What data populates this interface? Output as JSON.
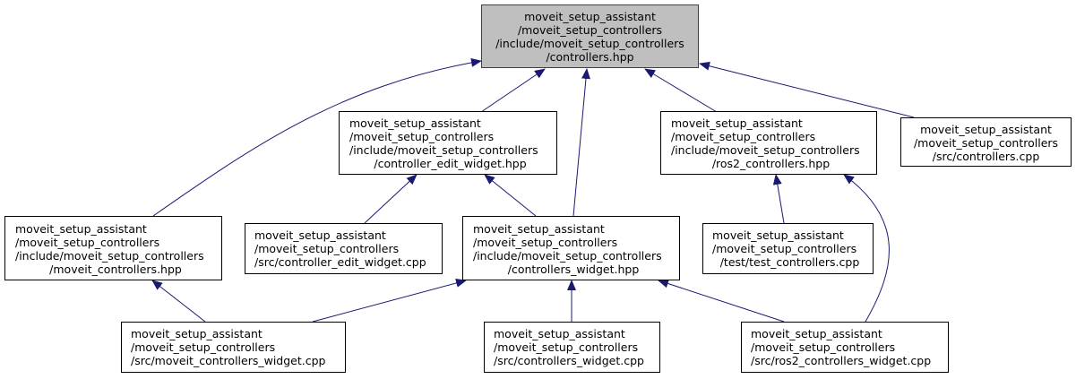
{
  "diagram": {
    "nodes": {
      "root": [
        "moveit_setup_assistant",
        "/moveit_setup_controllers",
        "/include/moveit_setup_controllers",
        "/controllers.hpp"
      ],
      "controller_edit_widget_hpp": [
        "moveit_setup_assistant",
        "/moveit_setup_controllers",
        "/include/moveit_setup_controllers",
        "/controller_edit_widget.hpp"
      ],
      "ros2_controllers_hpp": [
        "moveit_setup_assistant",
        "/moveit_setup_controllers",
        "/include/moveit_setup_controllers",
        "/ros2_controllers.hpp"
      ],
      "controllers_cpp": [
        "moveit_setup_assistant",
        "/moveit_setup_controllers",
        "/src/controllers.cpp"
      ],
      "moveit_controllers_hpp": [
        "moveit_setup_assistant",
        "/moveit_setup_controllers",
        "/include/moveit_setup_controllers",
        "/moveit_controllers.hpp"
      ],
      "controller_edit_widget_cpp": [
        "moveit_setup_assistant",
        "/moveit_setup_controllers",
        "/src/controller_edit_widget.cpp"
      ],
      "controllers_widget_hpp": [
        "moveit_setup_assistant",
        "/moveit_setup_controllers",
        "/include/moveit_setup_controllers",
        "/controllers_widget.hpp"
      ],
      "test_controllers_cpp": [
        "moveit_setup_assistant",
        "/moveit_setup_controllers",
        "/test/test_controllers.cpp"
      ],
      "moveit_controllers_widget_cpp": [
        "moveit_setup_assistant",
        "/moveit_setup_controllers",
        "/src/moveit_controllers_widget.cpp"
      ],
      "controllers_widget_cpp": [
        "moveit_setup_assistant",
        "/moveit_setup_controllers",
        "/src/controllers_widget.cpp"
      ],
      "ros2_controllers_widget_cpp": [
        "moveit_setup_assistant",
        "/moveit_setup_controllers",
        "/src/ros2_controllers_widget.cpp"
      ]
    },
    "edges": [
      {
        "from": "controller_edit_widget_hpp",
        "to": "root"
      },
      {
        "from": "ros2_controllers_hpp",
        "to": "root"
      },
      {
        "from": "controllers_cpp",
        "to": "root"
      },
      {
        "from": "moveit_controllers_hpp",
        "to": "root"
      },
      {
        "from": "controllers_widget_hpp",
        "to": "root"
      },
      {
        "from": "controller_edit_widget_cpp",
        "to": "controller_edit_widget_hpp"
      },
      {
        "from": "controllers_widget_hpp",
        "to": "controller_edit_widget_hpp"
      },
      {
        "from": "test_controllers_cpp",
        "to": "ros2_controllers_hpp"
      },
      {
        "from": "ros2_controllers_widget_cpp",
        "to": "ros2_controllers_hpp"
      },
      {
        "from": "moveit_controllers_widget_cpp",
        "to": "moveit_controllers_hpp"
      },
      {
        "from": "moveit_controllers_widget_cpp",
        "to": "controllers_widget_hpp"
      },
      {
        "from": "controllers_widget_cpp",
        "to": "controllers_widget_hpp"
      },
      {
        "from": "ros2_controllers_widget_cpp",
        "to": "controllers_widget_hpp"
      }
    ],
    "colors": {
      "edge": "#191970",
      "root_fill": "#bfbfbf",
      "node_border": "#000000"
    }
  }
}
